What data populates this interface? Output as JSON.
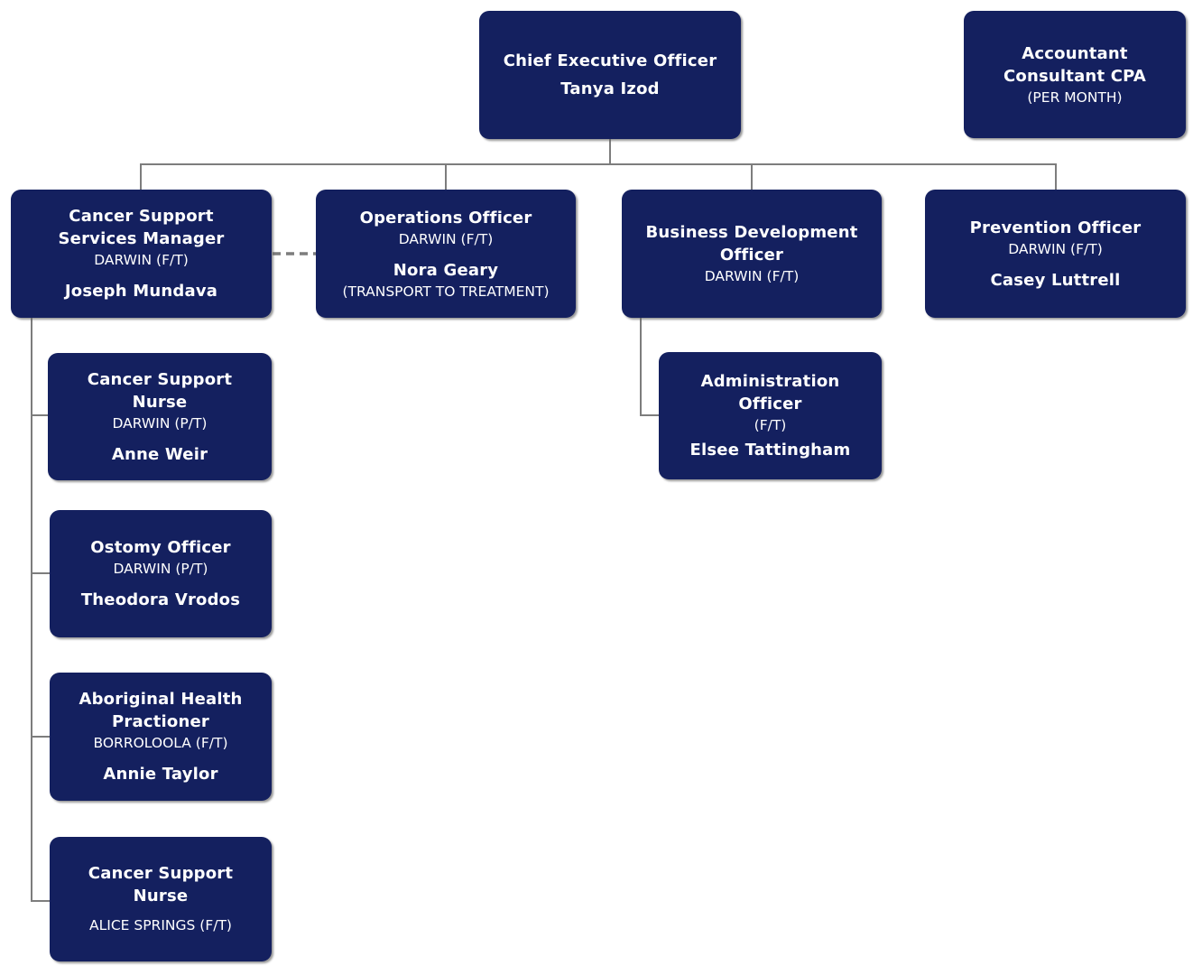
{
  "colors": {
    "node_background": "#14205f",
    "node_text": "#ffffff",
    "connector": "#7d7d7d"
  },
  "nodes": {
    "ceo": {
      "title_lines": [
        "Chief Executive Officer"
      ],
      "name": "Tanya Izod"
    },
    "accountant": {
      "title_lines": [
        "Accountant",
        "Consultant CPA"
      ],
      "note": "(PER MONTH)"
    },
    "manager": {
      "title_lines": [
        "Cancer Support",
        "Services Manager"
      ],
      "location": "DARWIN (F/T)",
      "name": "Joseph Mundava"
    },
    "operations": {
      "title_lines": [
        "Operations Officer"
      ],
      "location": "DARWIN (F/T)",
      "name": "Nora Geary",
      "note": "(TRANSPORT TO TREATMENT)"
    },
    "business_development": {
      "title_lines": [
        "Business Development",
        "Officer"
      ],
      "location": "DARWIN (F/T)"
    },
    "prevention": {
      "title_lines": [
        "Prevention Officer"
      ],
      "location": "DARWIN (F/T)",
      "name": "Casey Luttrell"
    },
    "administration": {
      "title_lines": [
        "Administration Officer"
      ],
      "location": "(F/T)",
      "name": "Elsee Tattingham"
    },
    "cancer_support_nurse_darwin": {
      "title_lines": [
        "Cancer Support",
        "Nurse"
      ],
      "location": "DARWIN (P/T)",
      "name": "Anne Weir"
    },
    "ostomy": {
      "title_lines": [
        "Ostomy Officer"
      ],
      "location": "DARWIN (P/T)",
      "name": "Theodora Vrodos"
    },
    "aboriginal_health": {
      "title_lines": [
        "Aboriginal Health",
        "Practioner"
      ],
      "location": "BORROLOOLA (F/T)",
      "name": "Annie Taylor"
    },
    "cancer_support_nurse_alice": {
      "title_lines": [
        "Cancer Support Nurse"
      ],
      "location": "ALICE SPRINGS (F/T)"
    }
  },
  "edges": [
    {
      "from": "ceo",
      "to": "manager",
      "style": "solid"
    },
    {
      "from": "ceo",
      "to": "operations",
      "style": "solid"
    },
    {
      "from": "ceo",
      "to": "business_development",
      "style": "solid"
    },
    {
      "from": "ceo",
      "to": "prevention",
      "style": "solid"
    },
    {
      "from": "manager",
      "to": "operations",
      "style": "dashed"
    },
    {
      "from": "business_development",
      "to": "administration",
      "style": "solid"
    },
    {
      "from": "manager",
      "to": "cancer_support_nurse_darwin",
      "style": "solid"
    },
    {
      "from": "manager",
      "to": "ostomy",
      "style": "solid"
    },
    {
      "from": "manager",
      "to": "aboriginal_health",
      "style": "solid"
    },
    {
      "from": "manager",
      "to": "cancer_support_nurse_alice",
      "style": "solid"
    }
  ]
}
